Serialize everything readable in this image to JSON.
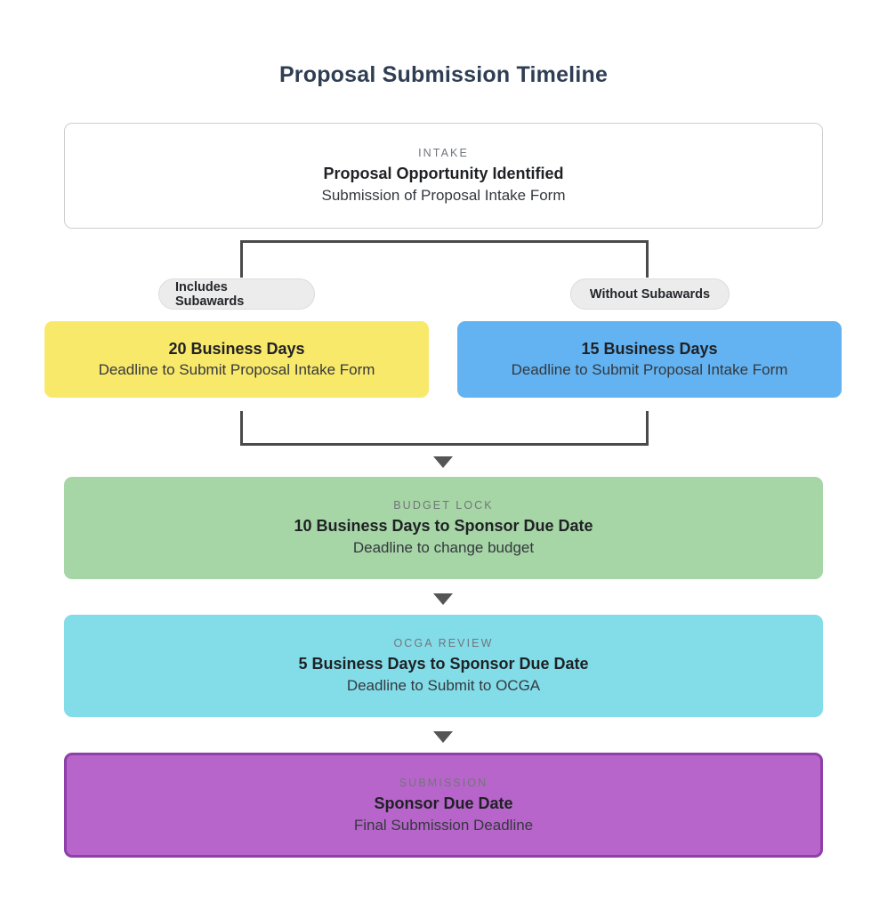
{
  "title": "Proposal Submission Timeline",
  "accent_colors": {
    "title": "#2F3E53",
    "intake_border": "#cfcfcf",
    "subawards_yes": "#F9E96B",
    "subawards_no": "#63B3F2",
    "budget_lock": "#A6D5A6",
    "ocga_review": "#83DDE9",
    "submission": "#B765CA",
    "submission_border": "#8E3FA8",
    "connector": "#4a4a4a",
    "arrow": "#555555",
    "pill_bg": "#ececec"
  },
  "stages": {
    "intake": {
      "kicker": "INTAKE",
      "title": "Proposal Opportunity Identified",
      "subtitle": "Submission of Proposal Intake Form"
    },
    "subawards_yes": {
      "title": "20 Business Days",
      "subtitle": "Deadline to Submit Proposal Intake Form"
    },
    "subawards_no": {
      "title": "15 Business Days",
      "subtitle": "Deadline to Submit Proposal Intake Form"
    },
    "budget_lock": {
      "kicker": "BUDGET LOCK",
      "title": "10 Business Days to Sponsor Due Date",
      "subtitle": "Deadline to change budget"
    },
    "ocga_review": {
      "kicker": "OCGA REVIEW",
      "title": "5 Business Days to Sponsor Due Date",
      "subtitle": "Deadline to Submit to OCGA"
    },
    "submission": {
      "kicker": "SUBMISSION",
      "title": "Sponsor Due Date",
      "subtitle": "Final Submission Deadline"
    }
  },
  "branches": {
    "includes_subawards": "Includes Subawards",
    "without_subawards": "Without Subawards"
  },
  "chart_data": {
    "type": "diagram",
    "title": "Proposal Submission Timeline",
    "orientation": "top-to-bottom",
    "nodes": [
      {
        "id": "intake",
        "kicker": "INTAKE",
        "title": "Proposal Opportunity Identified",
        "subtitle": "Submission of Proposal Intake Form",
        "color": "#ffffff",
        "business_days": null
      },
      {
        "id": "subawards_yes",
        "kicker": "",
        "title": "20 Business Days",
        "subtitle": "Deadline to Submit Proposal Intake Form",
        "color": "#F9E96B",
        "business_days": 20
      },
      {
        "id": "subawards_no",
        "kicker": "",
        "title": "15 Business Days",
        "subtitle": "Deadline to Submit Proposal Intake Form",
        "color": "#63B3F2",
        "business_days": 15
      },
      {
        "id": "budget_lock",
        "kicker": "BUDGET LOCK",
        "title": "10 Business Days to Sponsor Due Date",
        "subtitle": "Deadline to change budget",
        "color": "#A6D5A6",
        "business_days": 10
      },
      {
        "id": "ocga_review",
        "kicker": "OCGA REVIEW",
        "title": "5 Business Days to Sponsor Due Date",
        "subtitle": "Deadline to Submit to OCGA",
        "color": "#83DDE9",
        "business_days": 5
      },
      {
        "id": "submission",
        "kicker": "SUBMISSION",
        "title": "Sponsor Due Date",
        "subtitle": "Final Submission Deadline",
        "color": "#B765CA",
        "business_days": 0
      }
    ],
    "edges": [
      {
        "from": "intake",
        "to": "subawards_yes",
        "label": "Includes Subawards"
      },
      {
        "from": "intake",
        "to": "subawards_no",
        "label": "Without Subawards"
      },
      {
        "from": "subawards_yes",
        "to": "budget_lock",
        "label": ""
      },
      {
        "from": "subawards_no",
        "to": "budget_lock",
        "label": ""
      },
      {
        "from": "budget_lock",
        "to": "ocga_review",
        "label": ""
      },
      {
        "from": "ocga_review",
        "to": "submission",
        "label": ""
      }
    ]
  }
}
